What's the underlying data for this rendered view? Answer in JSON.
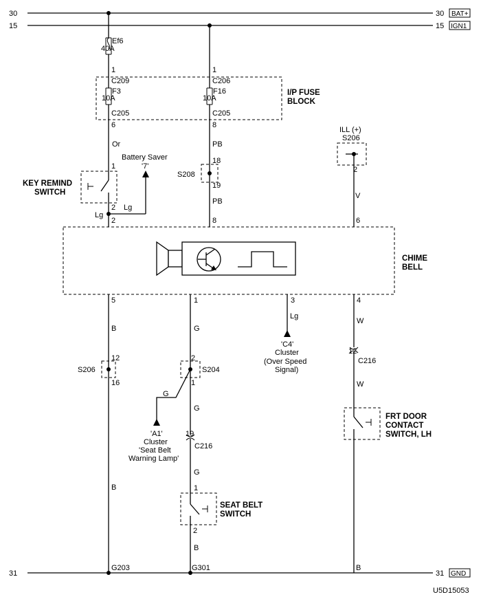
{
  "rails": {
    "bat_left": "30",
    "bat_right": "30",
    "bat_tag": "BAT+",
    "ign_left": "15",
    "ign_right": "15",
    "ign_tag": "IGN1",
    "gnd_left": "31",
    "gnd_right": "31",
    "gnd_tag": "GND"
  },
  "fuse_ef6": {
    "name": "Ef6",
    "rating": "40A"
  },
  "fuse_block": {
    "title_line1": "I/P FUSE",
    "title_line2": "BLOCK",
    "f3_name": "F3",
    "f3_rating": "10A",
    "f16_name": "F16",
    "f16_rating": "10A",
    "c209": "C209",
    "c209_pin": "1",
    "c206": "C206",
    "c206_pin": "1",
    "c205_left": "C205",
    "c205_left_pin": "6",
    "c205_right": "C205",
    "c205_right_pin": "8"
  },
  "key_remind": {
    "line1": "KEY REMIND",
    "line2": "SWITCH",
    "pin_top": "1",
    "pin_bottom": "2",
    "wire_in": "Or",
    "wire_out": "Lg",
    "wire_saver": "Lg",
    "saver_label": "Battery Saver",
    "saver_ref": "'7'"
  },
  "s208": {
    "name": "S208",
    "pin_top": "18",
    "pin_bottom": "19",
    "wire_top": "PB",
    "wire_bottom": "PB"
  },
  "ill": {
    "label": "ILL (+)",
    "connector": "S206",
    "pin": "2",
    "wire": "V"
  },
  "chime": {
    "line1": "CHIME",
    "line2": "BELL",
    "pin_2": "2",
    "pin_8": "8",
    "pin_6": "6",
    "pin_5": "5",
    "pin_1": "1",
    "pin_3": "3",
    "pin_4": "4"
  },
  "pin5_branch": {
    "wire": "B",
    "wire_low": "B",
    "splice": "S206",
    "pin_top": "12",
    "pin_bottom": "16",
    "ground": "G203"
  },
  "pin1_branch": {
    "wire": "G",
    "splice": "S204",
    "pin_top": "2",
    "pin_bottom": "1",
    "wire_branch": "G",
    "wire_mid": "G",
    "a1_ref": "'A1'",
    "a1_line2": "Cluster",
    "a1_line3": "'Seat Belt",
    "a1_line4": "Warning Lamp'",
    "c216_pin": "19",
    "c216": "C216",
    "wire_after": "G",
    "seat_belt_line1": "SEAT BELT",
    "seat_belt_line2": "SWITCH",
    "sb_pin_top": "1",
    "sb_pin_bottom": "2",
    "wire_bottom": "B",
    "ground": "G301"
  },
  "pin3_branch": {
    "wire": "Lg",
    "c4_ref": "'C4'",
    "c4_line2": "Cluster",
    "c4_line3": "(Over Speed",
    "c4_line4": "Signal)"
  },
  "pin4_branch": {
    "wire": "W",
    "c216_pin": "12",
    "c216": "C216",
    "wire_after": "W",
    "door_line1": "FRT DOOR",
    "door_line2": "CONTACT",
    "door_line3": "SWITCH, LH",
    "wire_bottom": "B"
  },
  "diagram_code": "U5D15053"
}
